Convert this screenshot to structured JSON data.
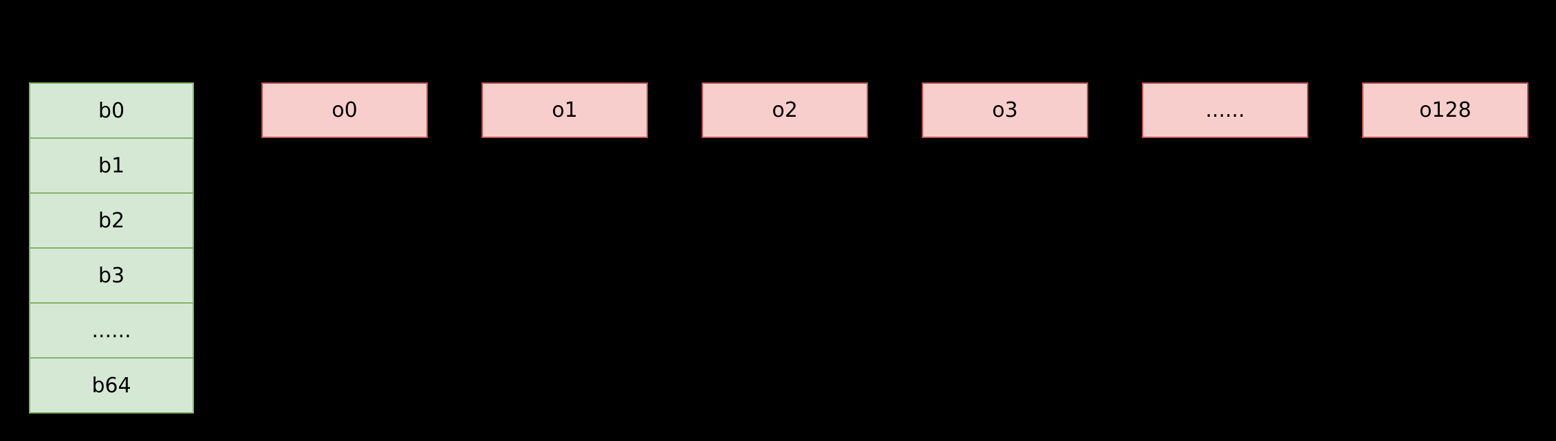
{
  "diagram": {
    "background_color": "#000000",
    "text_color": "#000000",
    "bucket_column": {
      "fill_color": "#d5e8d4",
      "border_color": "#82b366",
      "cells": [
        {
          "label": "b0"
        },
        {
          "label": "b1"
        },
        {
          "label": "b2"
        },
        {
          "label": "b3"
        },
        {
          "label": "......"
        },
        {
          "label": "b64"
        }
      ]
    },
    "object_row": {
      "fill_color": "#f8cecc",
      "border_color": "#b85450",
      "boxes": [
        {
          "label": "o0"
        },
        {
          "label": "o1"
        },
        {
          "label": "o2"
        },
        {
          "label": "o3"
        },
        {
          "label": "......"
        },
        {
          "label": "o128"
        }
      ]
    }
  }
}
